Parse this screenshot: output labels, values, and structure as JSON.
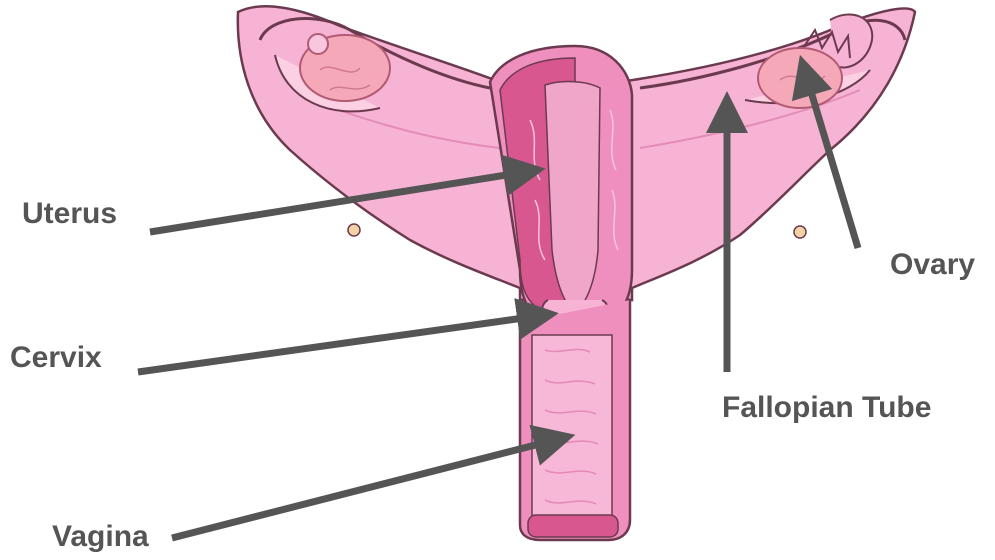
{
  "diagram": {
    "labels": {
      "uterus": "Uterus",
      "cervix": "Cervix",
      "vagina": "Vagina",
      "ovary": "Ovary",
      "fallopian_tube": "Fallopian Tube"
    },
    "colors": {
      "tissue_light": "#f7b3d3",
      "tissue_mid": "#ef8fbd",
      "tissue_dark": "#d9578f",
      "outline": "#6b3a4f",
      "ovary": "#f5a8b8",
      "arrow": "#555555",
      "label_text": "#555555"
    }
  }
}
